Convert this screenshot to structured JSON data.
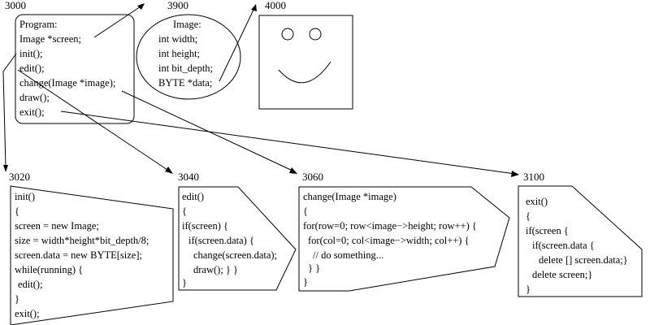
{
  "program": {
    "ref": "3000",
    "lines": [
      "Program:",
      "Image *screen;",
      "init();",
      "edit();",
      "change(Image *image);",
      "draw();",
      "exit();"
    ]
  },
  "image_struct": {
    "ref": "3900",
    "lines": [
      "Image:",
      "int width;",
      "int height;",
      "int bit_depth;",
      "BYTE *data;"
    ]
  },
  "picture": {
    "ref": "4000"
  },
  "init_fn": {
    "ref": "3020",
    "lines": [
      "init()",
      "{",
      "screen = new Image;",
      "size = width*height*bit_depth/8;",
      "screen.data = new BYTE[size];",
      "while(running)  {",
      "  edit();",
      "}",
      "exit();"
    ]
  },
  "edit_fn": {
    "ref": "3040",
    "lines": [
      "edit()",
      "{",
      "if(screen) {",
      "  if(screen.data) {",
      "    change(screen.data);",
      "    draw(); } }",
      "}"
    ]
  },
  "change_fn": {
    "ref": "3060",
    "lines": [
      "change(Image *image)",
      "{",
      "for(row=0; row<image−>height; row++) {",
      "  for(col=0; col<image−>width; col++) {",
      "    // do something...",
      "  }  }",
      "}"
    ]
  },
  "exit_fn": {
    "ref": "3100",
    "lines": [
      "exit()",
      "{",
      "if(screen {",
      "  if(screen.data {",
      "    delete [] screen.data;}",
      "  delete screen;}",
      "}"
    ]
  }
}
